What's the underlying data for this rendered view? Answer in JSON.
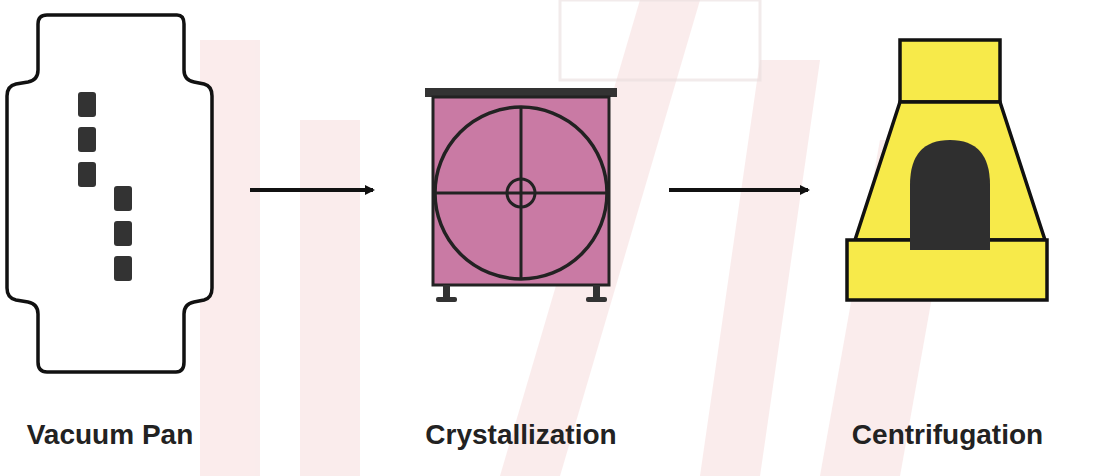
{
  "diagram": {
    "nodes": [
      {
        "text": [
          "Vacuum Pan"
        ]
      },
      {
        "text": [
          "Crystallization"
        ]
      },
      {
        "text": [
          "Centrifugation"
        ]
      }
    ],
    "edges": [
      {
        "from": 0,
        "to": 1,
        "arrow": "to"
      },
      {
        "from": 1,
        "to": 2,
        "arrow": "to"
      }
    ]
  }
}
